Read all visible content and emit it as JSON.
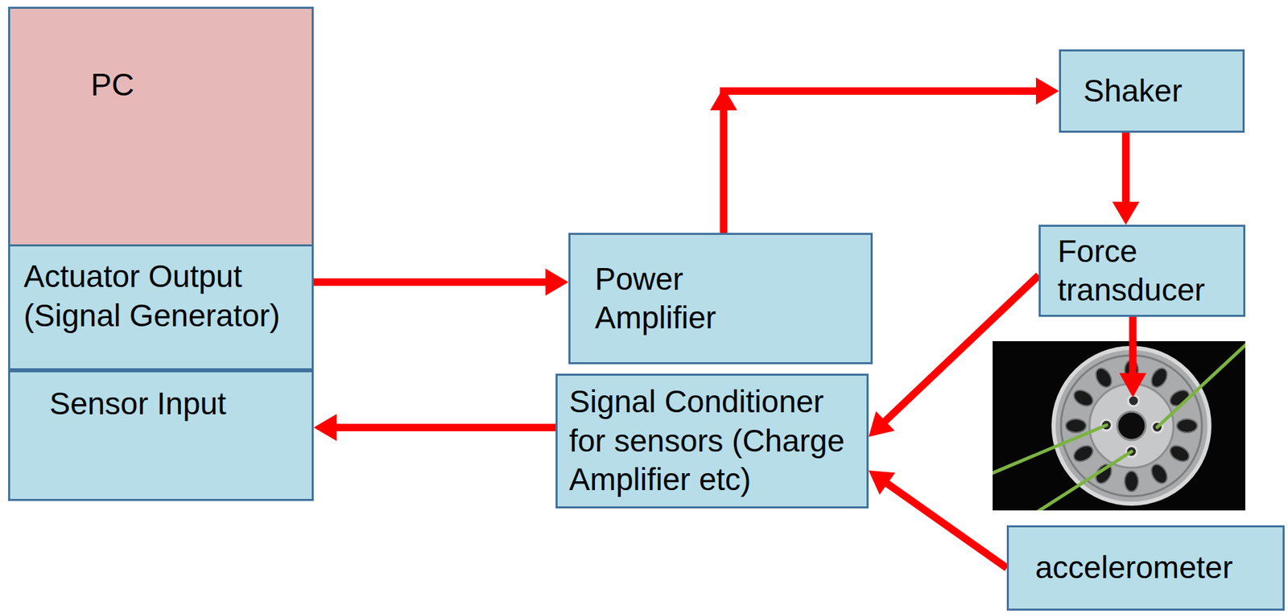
{
  "diagram": {
    "nodes": [
      {
        "text": [
          "PC"
        ]
      },
      {
        "text": [
          "Actuator Output (Signal Generator)"
        ],
        "in": 0
      },
      {
        "text": [
          "Sensor Input"
        ],
        "in": 0
      },
      {
        "text": [
          "Power Amplifier"
        ]
      },
      {
        "text": [
          "Shaker"
        ]
      },
      {
        "text": [
          "Force transducer"
        ]
      },
      {
        "text": [
          "Signal Conditioner for sensors (Charge Amplifier etc)"
        ]
      },
      {
        "text": [
          "accelerometer"
        ]
      }
    ],
    "edges": [
      {
        "from": 1,
        "to": 3,
        "arrow": "to"
      },
      {
        "from": 3,
        "to": 4,
        "arrow": "to"
      },
      {
        "from": 4,
        "to": 5,
        "arrow": "to"
      },
      {
        "from": 5,
        "to": 6,
        "arrow": "to"
      },
      {
        "from": 7,
        "to": 6,
        "arrow": "to"
      },
      {
        "from": 6,
        "to": 2,
        "arrow": "to"
      }
    ]
  }
}
